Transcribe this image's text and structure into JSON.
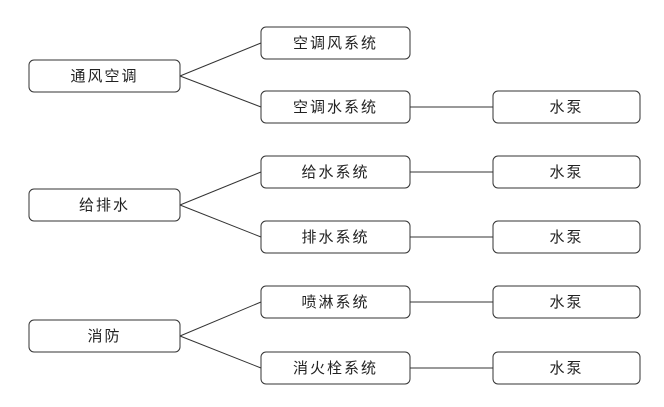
{
  "colors": {
    "stroke": "#333333",
    "text": "#222222",
    "background": "#ffffff"
  },
  "groups": [
    {
      "label": "通风空调",
      "children": [
        {
          "label": "空调风系统",
          "pump": null
        },
        {
          "label": "空调水系统",
          "pump": "水泵"
        }
      ]
    },
    {
      "label": "给排水",
      "children": [
        {
          "label": "给水系统",
          "pump": "水泵"
        },
        {
          "label": "排水系统",
          "pump": "水泵"
        }
      ]
    },
    {
      "label": "消防",
      "children": [
        {
          "label": "喷淋系统",
          "pump": "水泵"
        },
        {
          "label": "消火栓系统",
          "pump": "水泵"
        }
      ]
    }
  ]
}
